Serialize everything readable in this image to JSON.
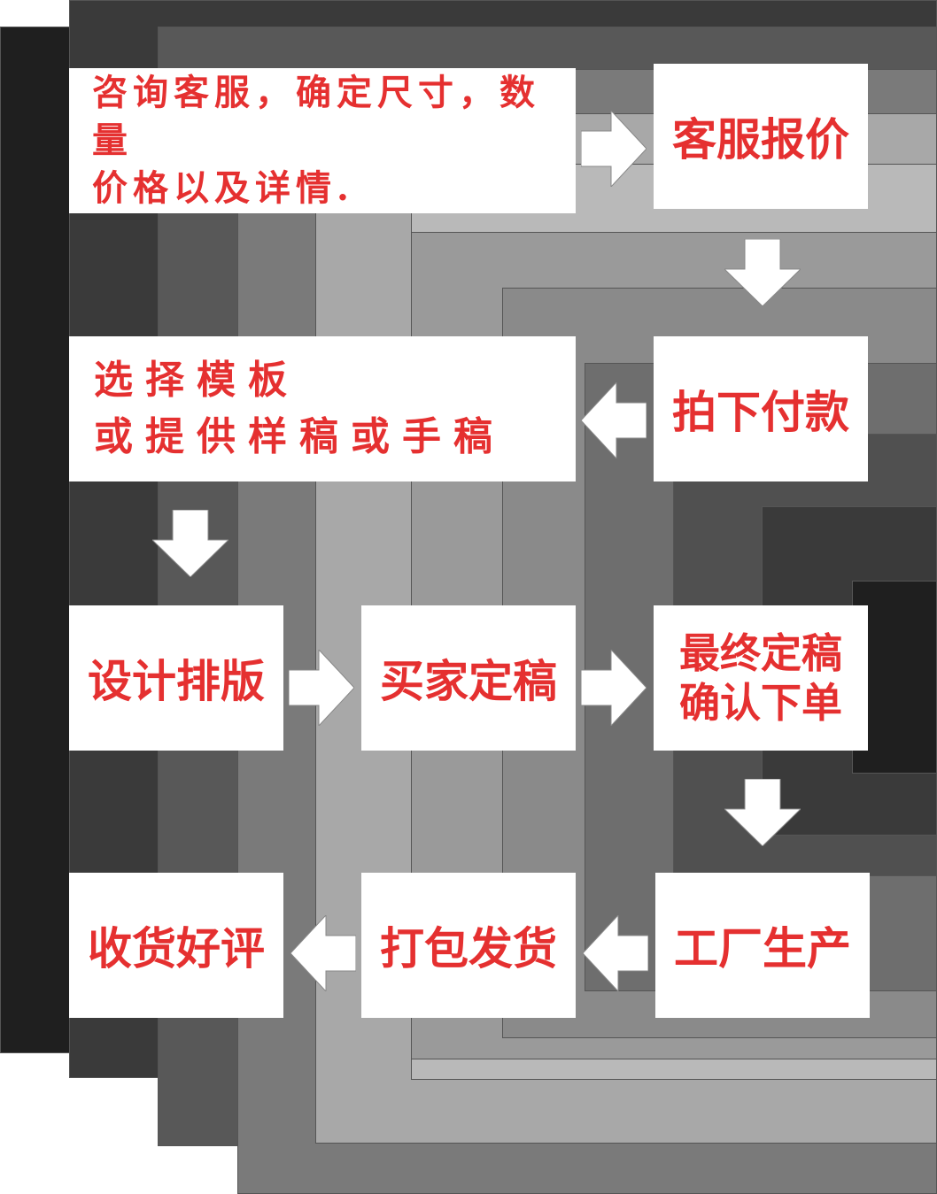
{
  "colors": {
    "text": "#e53030",
    "box": "#ffffff",
    "arrow": "#ffffff"
  },
  "steps": {
    "consult": "咨询客服，确定尺寸，数量\n价格以及详情.",
    "quote": "客服报价",
    "pay": "拍下付款",
    "template": "选择模板\n或提供样稿或手稿",
    "design": "设计排版",
    "confirm": "买家定稿",
    "final": "最终定稿\n确认下单",
    "produce": "工厂生产",
    "ship": "打包发货",
    "review": "收货好评"
  }
}
